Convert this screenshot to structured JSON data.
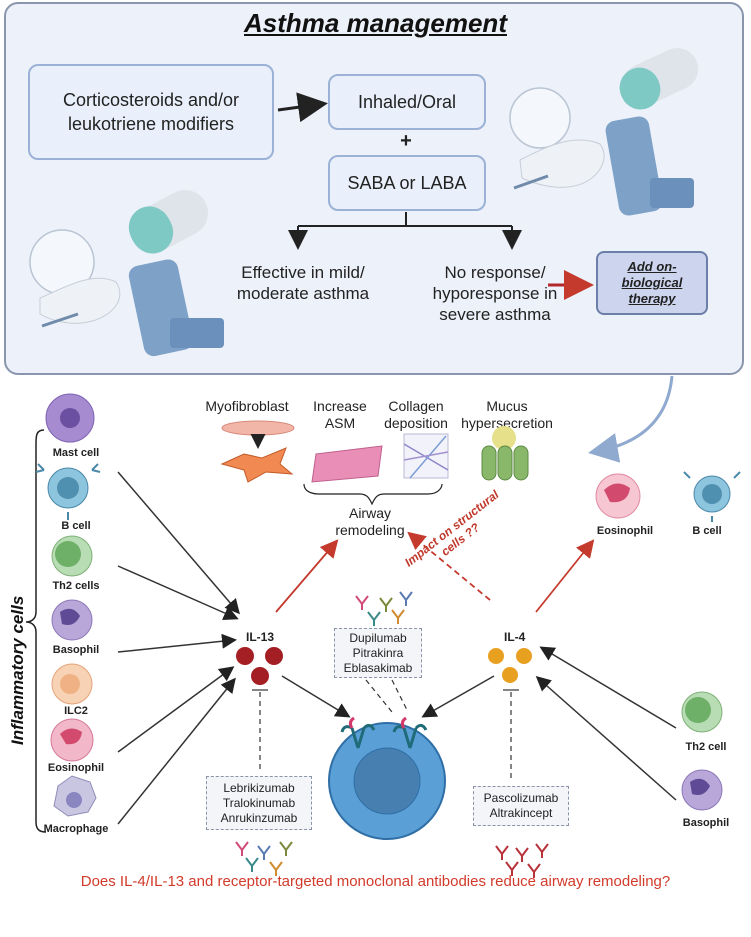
{
  "title": "Asthma management",
  "boxes": {
    "corticosteroids": "Corticosteroids and/or leukotriene modifiers",
    "inhaled_oral": "Inhaled/Oral",
    "plus": "+",
    "saba_laba": "SABA or LABA"
  },
  "outcomes": {
    "effective": "Effective in mild/ moderate asthma",
    "no_response": "No response/ hyporesponse in severe asthma",
    "add_on": "Add on-biological therapy"
  },
  "remodeling": {
    "myofibroblast": "Myofibroblast",
    "increase_asm": "Increase ASM",
    "collagen": "Collagen deposition",
    "mucus": "Mucus hypersecretion",
    "airway_remodeling": "Airway remodeling",
    "impact": "Impact on structural cells ??"
  },
  "inflammatory_cells_label": "Inflammatory cells",
  "left_cells": [
    "Mast cell",
    "B cell",
    "Th2 cells",
    "Basophil",
    "ILC2",
    "Eosinophil",
    "Macrophage"
  ],
  "right_cells": {
    "eosinophil": "Eosinophil",
    "b_cell": "B cell",
    "th2_cell": "Th2 cell",
    "basophil": "Basophil"
  },
  "cytokines": {
    "il13": "IL-13",
    "il4": "IL-4"
  },
  "drugs": {
    "receptor": [
      "Dupilumab",
      "Pitrakinra",
      "Eblasakimab"
    ],
    "il13": [
      "Lebrikizumab",
      "Tralokinumab",
      "Anrukinzumab"
    ],
    "il4": [
      "Pascolizumab",
      "Altrakincept"
    ]
  },
  "question": "Does IL-4/IL-13 and receptor-targeted monoclonal antibodies reduce airway remodeling?",
  "colors": {
    "panel_bg": "#edf1f9",
    "panel_border": "#8a96ad",
    "box_bg": "#e9f0fb",
    "box_border": "#9bb2d6",
    "red_arrow": "#d24a3a",
    "il13_dot": "#a31f24",
    "il4_dot": "#e8a020",
    "cell_blue": "#6eb0d8"
  }
}
